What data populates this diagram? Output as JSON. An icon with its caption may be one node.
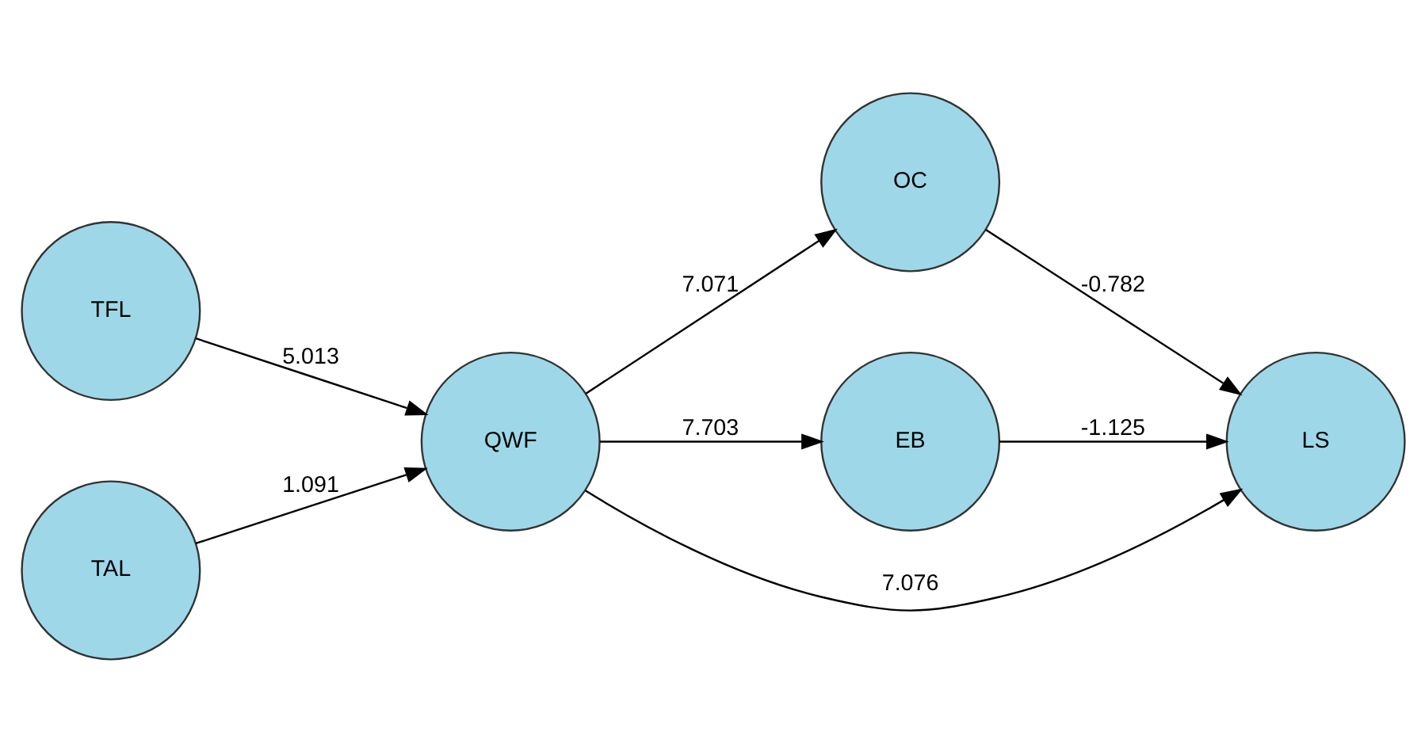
{
  "diagram": {
    "nodes": [
      {
        "text": [
          "TFL"
        ]
      },
      {
        "text": [
          "TAL"
        ]
      },
      {
        "text": [
          "QWF"
        ]
      },
      {
        "text": [
          "OC"
        ]
      },
      {
        "text": [
          "EB"
        ]
      },
      {
        "text": [
          "LS"
        ]
      }
    ],
    "edges": [
      {
        "from": 0,
        "to": 2,
        "arrow": "to",
        "label": "5.013"
      },
      {
        "from": 1,
        "to": 2,
        "arrow": "to",
        "label": "1.091"
      },
      {
        "from": 2,
        "to": 3,
        "arrow": "to",
        "label": "7.071"
      },
      {
        "from": 2,
        "to": 5,
        "arrow": "to",
        "label": "7.076"
      },
      {
        "from": 2,
        "to": 4,
        "arrow": "to",
        "label": "7.703"
      },
      {
        "from": 3,
        "to": 5,
        "arrow": "to",
        "label": "-0.782"
      },
      {
        "from": 4,
        "to": 5,
        "arrow": "to",
        "label": "-1.125"
      }
    ]
  }
}
